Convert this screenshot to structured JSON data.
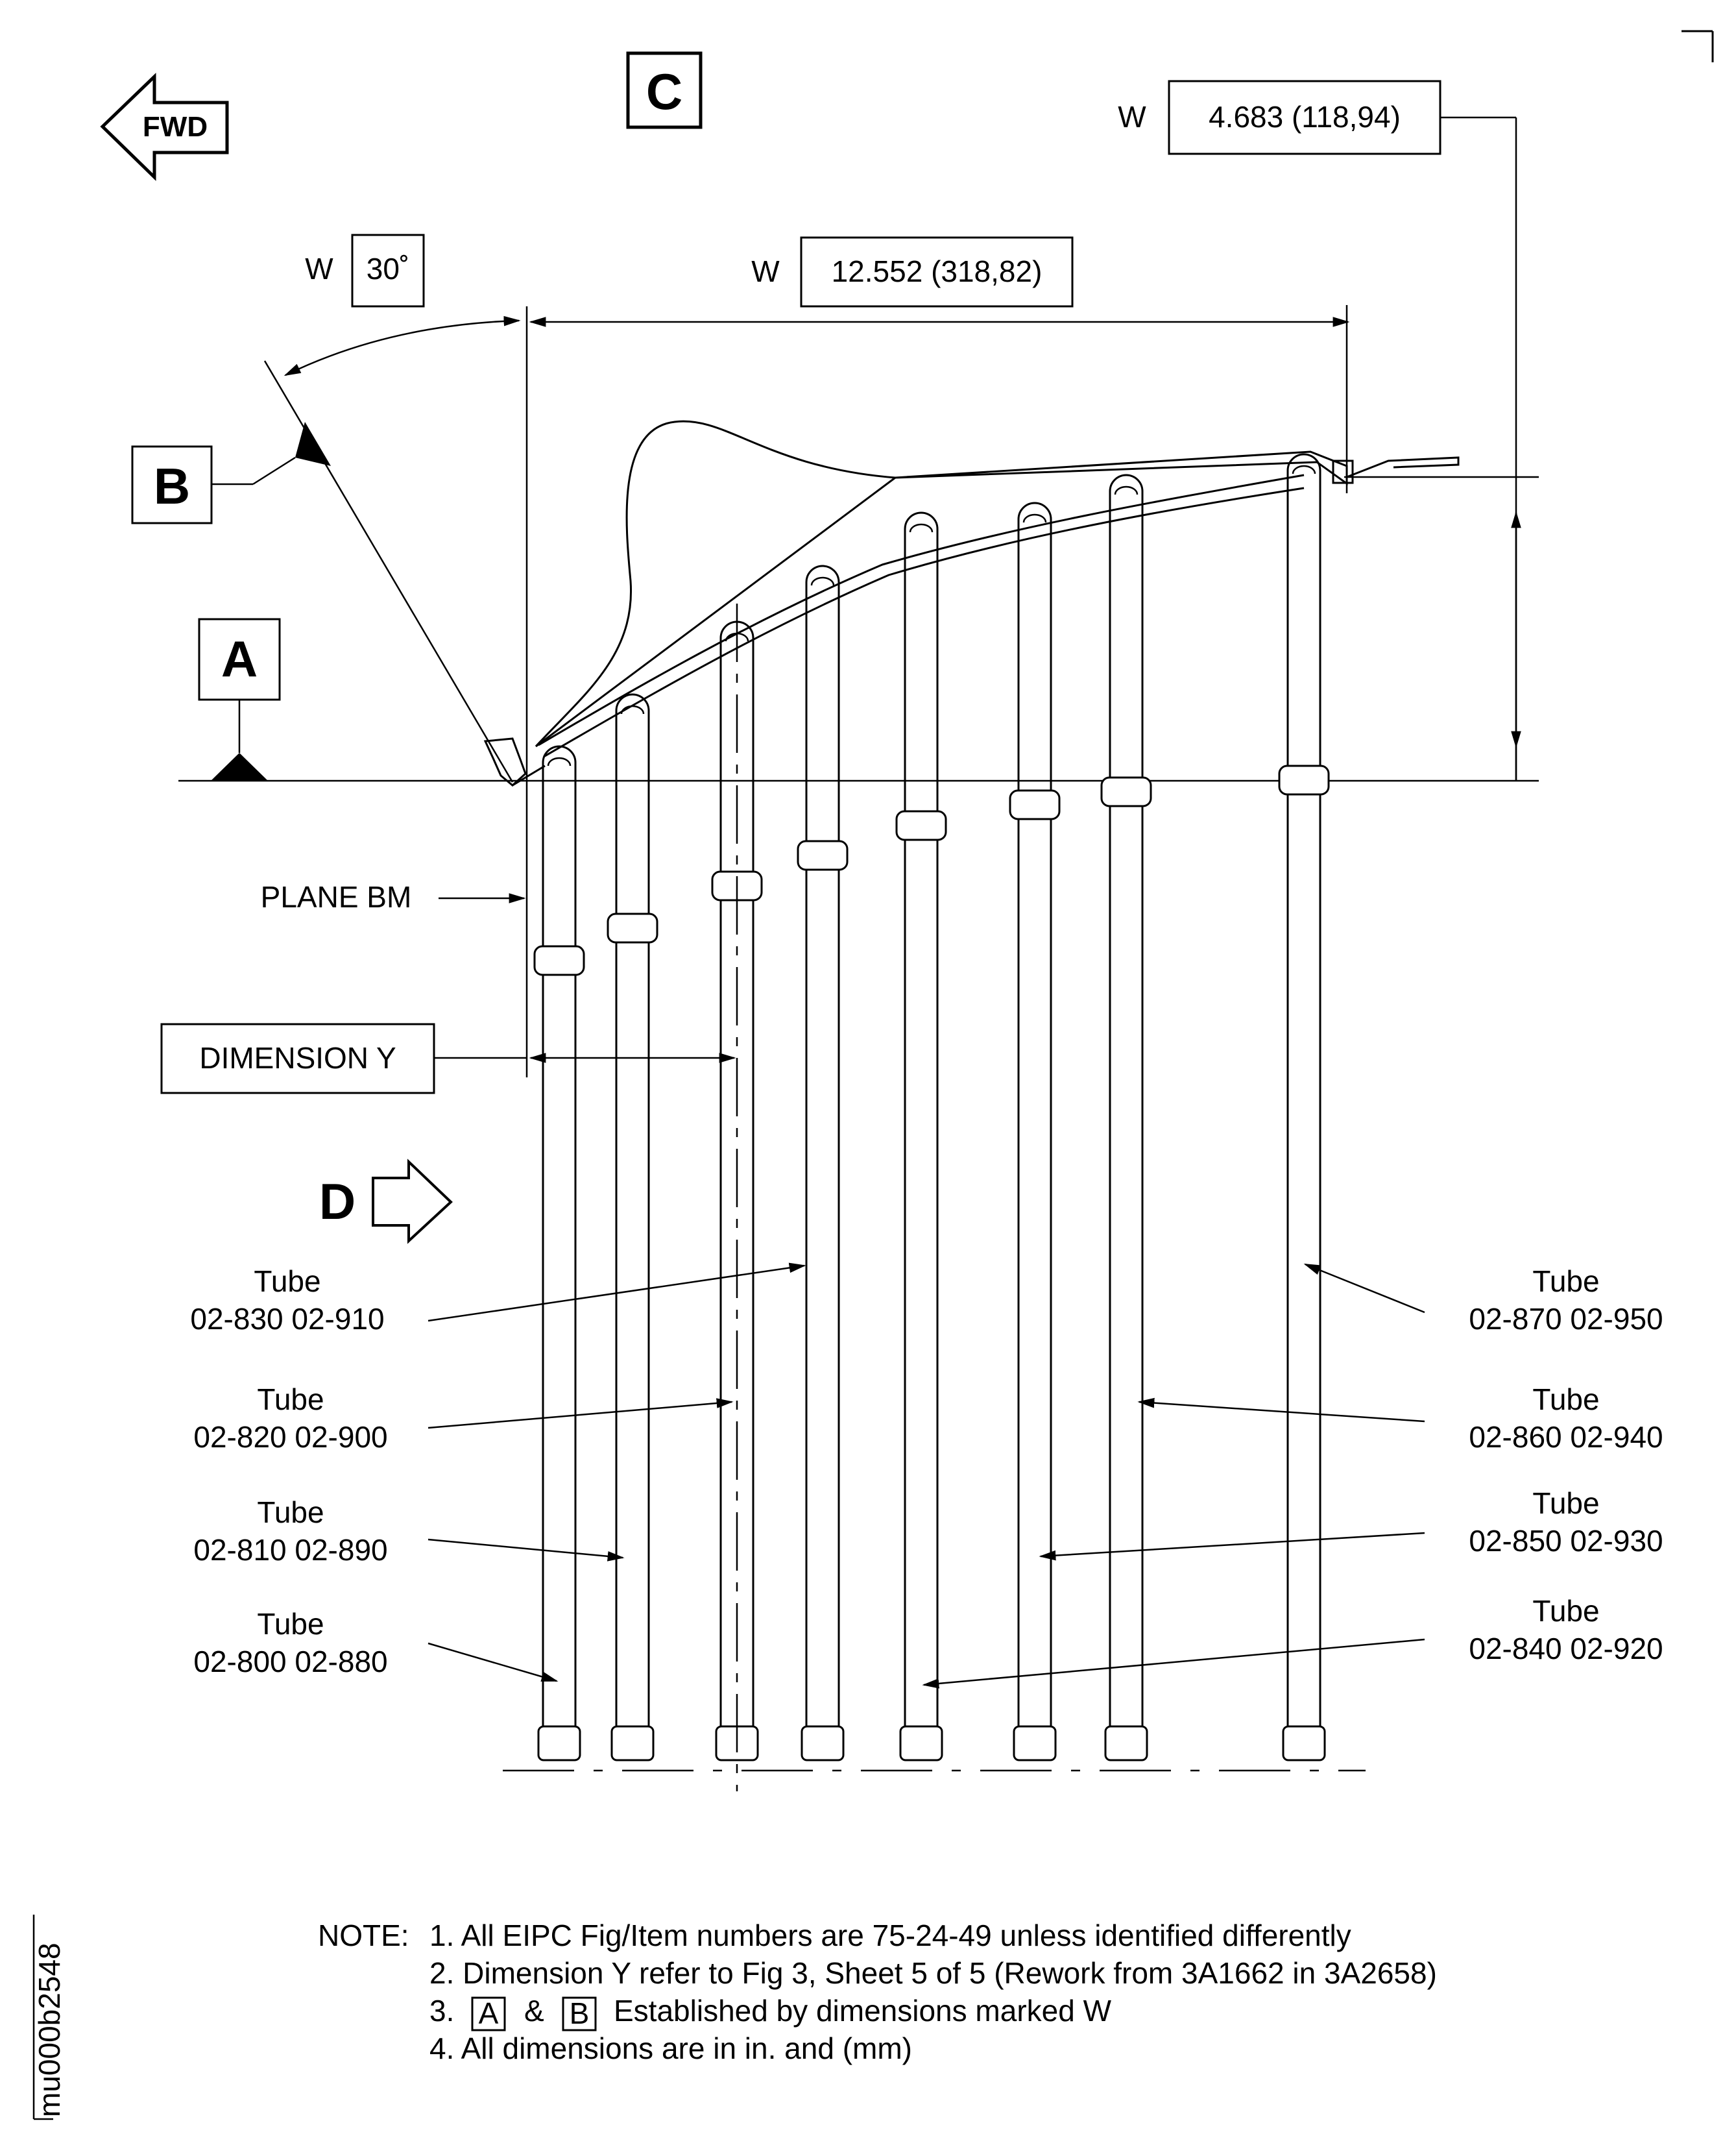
{
  "direction": {
    "label": "FWD"
  },
  "views": {
    "c": "C",
    "b": "B",
    "a": "A",
    "d": "D"
  },
  "dimensions": {
    "w_marker": "W",
    "angle": "30˚",
    "width": "12.552  (318,82)",
    "height": "4.683  (118,94)"
  },
  "labels": {
    "plane": "PLANE BM",
    "dim_y": "DIMENSION Y"
  },
  "tube_callouts": [
    {
      "title": "Tube",
      "items": "02-830    02-910"
    },
    {
      "title": "Tube",
      "items": "02-820    02-900"
    },
    {
      "title": "Tube",
      "items": "02-810    02-890"
    },
    {
      "title": "Tube",
      "items": "02-800    02-880"
    },
    {
      "title": "Tube",
      "items": "02-870    02-950"
    },
    {
      "title": "Tube",
      "items": "02-860    02-940"
    },
    {
      "title": "Tube",
      "items": "02-850    02-930"
    },
    {
      "title": "Tube",
      "items": "02-840    02-920"
    }
  ],
  "notes": {
    "header": "NOTE:",
    "n1": "1. All EIPC Fig/Item numbers are 75-24-49 unless identified differently",
    "n2": "2. Dimension Y refer to Fig 3, Sheet 5 of 5 (Rework from 3A1662 in 3A2658)",
    "n3_num": "3.",
    "n3_a": "A",
    "n3_amp": "&",
    "n3_b": "B",
    "n3_rest": "Established by dimensions marked W",
    "n4": "4. All dimensions are in in. and (mm)"
  },
  "drawing_id": "mu000b2548"
}
